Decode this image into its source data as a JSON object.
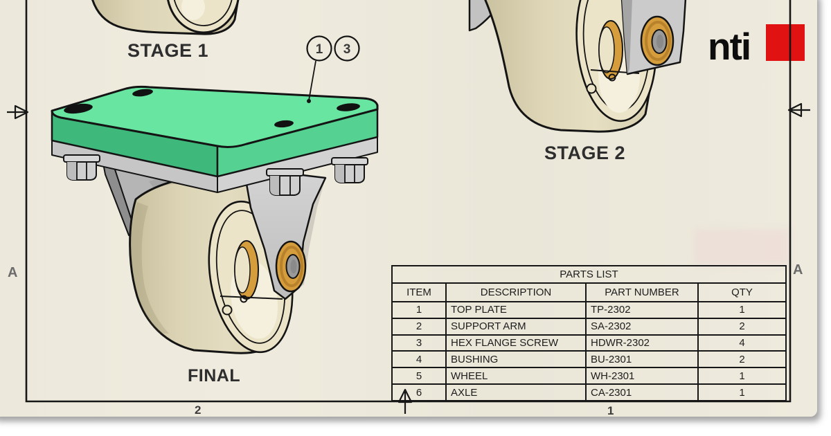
{
  "sheet": {
    "background_color": "#ece8db",
    "line_color": "#161616"
  },
  "logo": {
    "text": "nti",
    "square_color": "#e11212"
  },
  "stage_labels": {
    "stage1": "STAGE 1",
    "stage2": "STAGE 2",
    "final": "FINAL"
  },
  "balloons": {
    "first": "1",
    "second": "3"
  },
  "zone_markers": {
    "left": "A",
    "right": "A",
    "bottom_left": "2",
    "bottom_right": "1"
  },
  "parts_list": {
    "title": "PARTS LIST",
    "columns": [
      "ITEM",
      "DESCRIPTION",
      "PART NUMBER",
      "QTY"
    ],
    "rows": [
      {
        "item": "1",
        "description": "TOP PLATE",
        "part_number": "TP-2302",
        "qty": "1"
      },
      {
        "item": "2",
        "description": "SUPPORT ARM",
        "part_number": "SA-2302",
        "qty": "2"
      },
      {
        "item": "3",
        "description": "HEX FLANGE SCREW",
        "part_number": "HDWR-2302",
        "qty": "4"
      },
      {
        "item": "4",
        "description": "BUSHING",
        "part_number": "BU-2301",
        "qty": "2"
      },
      {
        "item": "5",
        "description": "WHEEL",
        "part_number": "WH-2301",
        "qty": "1"
      },
      {
        "item": "6",
        "description": "AXLE",
        "part_number": "CA-2301",
        "qty": "1"
      }
    ]
  },
  "illustration_colors": {
    "plate_green_top": "#69e5a2",
    "plate_green_left": "#3eb97b",
    "plate_green_right": "#55d191",
    "metal_gray": "#cbcbcb",
    "wheel_tread": "#ddd5b6",
    "wheel_face": "#ebe4c8",
    "brass": "#d69d3d"
  }
}
